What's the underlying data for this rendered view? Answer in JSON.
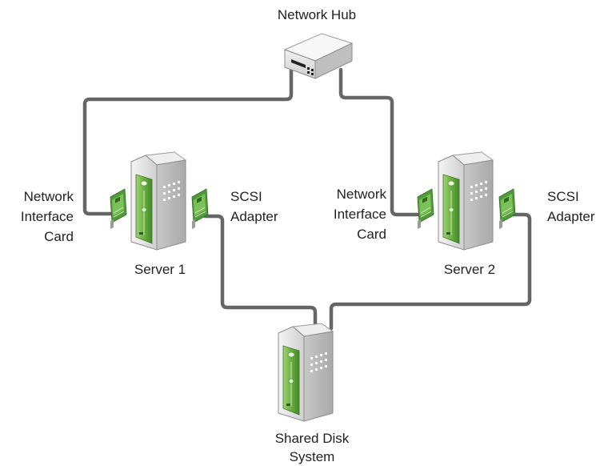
{
  "labels": {
    "hub": "Network Hub",
    "server1": "Server 1",
    "server2": "Server 2",
    "shared_line1": "Shared Disk",
    "shared_line2": "System",
    "nic1_line1": "Network",
    "nic1_line2": "Interface",
    "nic1_line3": "Card",
    "nic2_line1": "Network",
    "nic2_line2": "Interface",
    "nic2_line3": "Card",
    "scsi1_line1": "SCSI",
    "scsi1_line2": "Adapter",
    "scsi2_line1": "SCSI",
    "scsi2_line2": "Adapter"
  },
  "colors": {
    "cable": "#666666",
    "tower_body": "#dcdcdc",
    "tower_front": "#6cae3e",
    "card_green": "#4f9a3a"
  },
  "icons": {
    "hub": "network-hub-icon",
    "server": "server-tower-icon",
    "card": "expansion-card-icon"
  }
}
